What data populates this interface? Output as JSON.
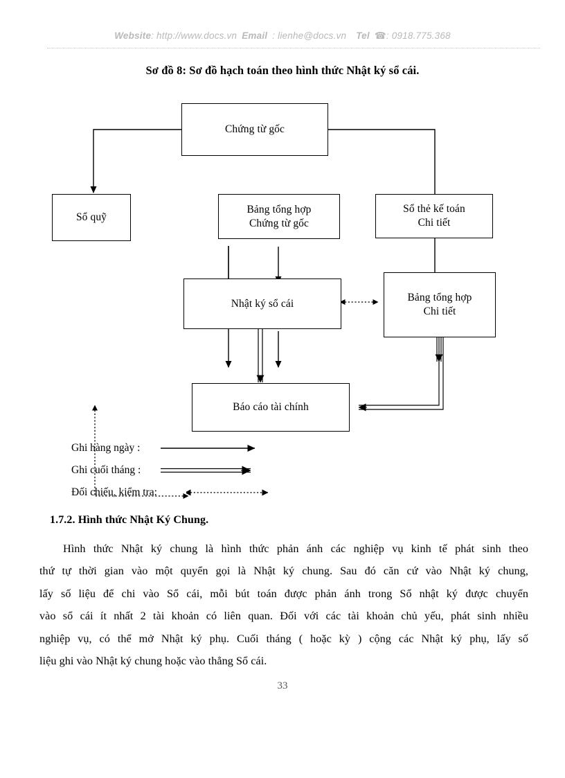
{
  "header": {
    "website_label": "Website",
    "website_value": ": http://www.docs.vn",
    "email_label": "Email",
    "email_value": ": lienhe@docs.vn",
    "tel_label": "Tel",
    "tel_icon": "telephone-icon",
    "tel_value": ": 0918.775.368"
  },
  "figure": {
    "title": "Sơ đồ 8: Sơ đồ hạch toán theo hình thức Nhật ký sổ cái.",
    "nodes": [
      {
        "id": "chung-tu-goc",
        "lines": [
          "Chứng từ gốc"
        ]
      },
      {
        "id": "so-quy",
        "lines": [
          "Sổ quỹ"
        ]
      },
      {
        "id": "bang-tong-hop-chung-tu-goc",
        "lines": [
          "Bảng tổng hợp",
          "Chứng từ gốc"
        ]
      },
      {
        "id": "so-the-ke-toan-chi-tiet",
        "lines": [
          "Sổ thẻ kế toán",
          "Chi tiết"
        ]
      },
      {
        "id": "nhat-ky-so-cai",
        "lines": [
          "Nhật ký sổ cái"
        ]
      },
      {
        "id": "bang-tong-hop-chi-tiet",
        "lines": [
          "Bảng tổng hợp",
          "Chi tiết"
        ]
      },
      {
        "id": "bao-cao-tai-chinh",
        "lines": [
          "Báo cáo tài chính"
        ]
      }
    ],
    "legend": [
      {
        "id": "ghi-hang-ngay",
        "label": "Ghi hàng ngày :",
        "style": "single-solid-arrow"
      },
      {
        "id": "ghi-cuoi-thang",
        "label": "Ghi cuối tháng :",
        "style": "double-solid-arrow"
      },
      {
        "id": "doi-chieu-kiem-tra",
        "label": "Đối chiếu, kiểm tra:",
        "style": "dotted-double-headed-arrow"
      }
    ]
  },
  "section": {
    "heading": "1.7.2. Hình thức Nhật Ký Chung.",
    "paragraph_lines": [
      "Hình thức Nhật ký chung là hình thức phản ánh các nghiệp vụ kinh tế phát sinh theo",
      "thứ tự thời gian vào một quyển gọi là Nhật ký chung. Sau đó căn cứ vào Nhật ký chung,",
      "lấy số liệu để chi vào Sổ cái, mỗi bút toán được phản ánh trong Sổ nhật ký được chuyển",
      "vào sổ cái ít nhất 2 tài khoản có liên quan. Đối với các tài khoản chủ yếu, phát sinh nhiều",
      "nghiệp vụ, có thể mở Nhật ký phụ. Cuối tháng ( hoặc kỳ ) cộng các Nhật ký phụ, lấy số",
      "liệu ghi vào Nhật ký chung hoặc vào thẳng Sổ cái."
    ]
  },
  "footer": {
    "page_number": "33"
  }
}
